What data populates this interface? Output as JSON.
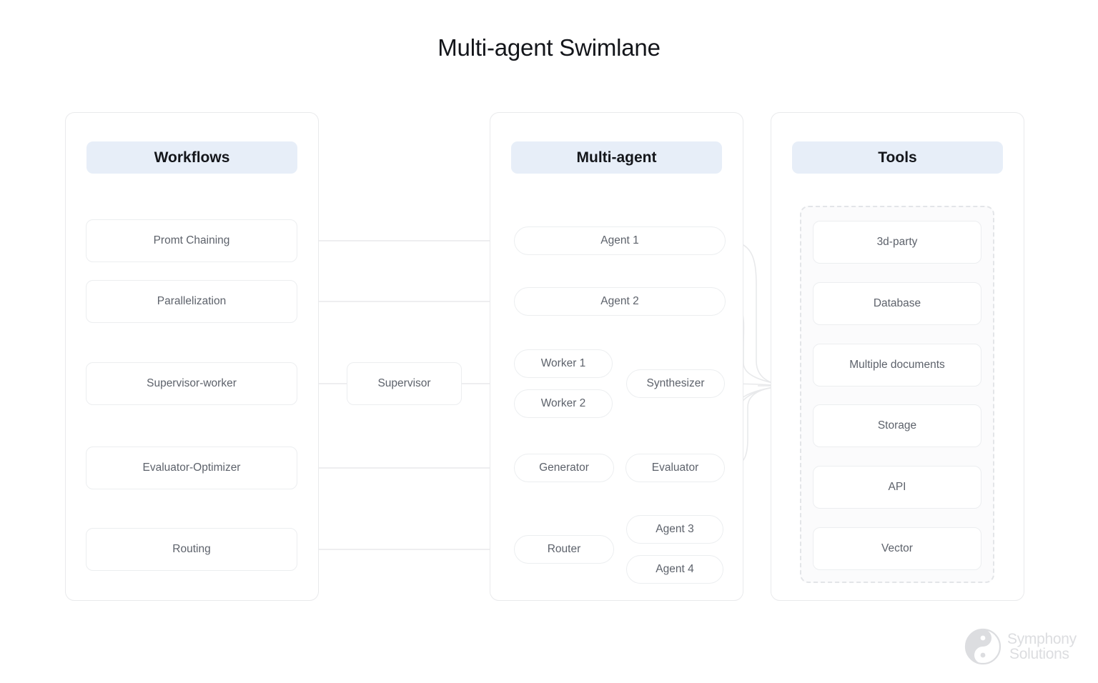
{
  "title": "Multi-agent Swimlane",
  "colors": {
    "header_bg": "#e7eef8",
    "panel_border": "#e9eaec",
    "node_border": "#eceef0",
    "node_text": "#5d626b",
    "title_text": "#13151a",
    "connector": "#e8e9eb",
    "dashed_border": "#e3e5e8",
    "logo": "#dcdde0"
  },
  "columns": {
    "workflows": {
      "header": "Workflows",
      "items": [
        {
          "label": "Promt Chaining"
        },
        {
          "label": "Parallelization"
        },
        {
          "label": "Supervisor-worker"
        },
        {
          "label": "Evaluator-Optimizer"
        },
        {
          "label": "Routing"
        }
      ]
    },
    "multiagent": {
      "header": "Multi-agent",
      "nodes": [
        {
          "label": "Agent 1"
        },
        {
          "label": "Agent 2"
        },
        {
          "label": "Worker 1"
        },
        {
          "label": "Worker 2"
        },
        {
          "label": "Synthesizer"
        },
        {
          "label": "Generator"
        },
        {
          "label": "Evaluator"
        },
        {
          "label": "Router"
        },
        {
          "label": "Agent 3"
        },
        {
          "label": "Agent 4"
        }
      ]
    },
    "tools": {
      "header": "Tools",
      "items": [
        {
          "label": "3d-party"
        },
        {
          "label": "Database"
        },
        {
          "label": "Multiple documents"
        },
        {
          "label": "Storage"
        },
        {
          "label": "API"
        },
        {
          "label": "Vector"
        }
      ]
    }
  },
  "bridge": {
    "supervisor": "Supervisor"
  },
  "logo": {
    "line1": "Symphony",
    "line2": "Solutions",
    "mark": "symphony-yinyang-icon"
  }
}
